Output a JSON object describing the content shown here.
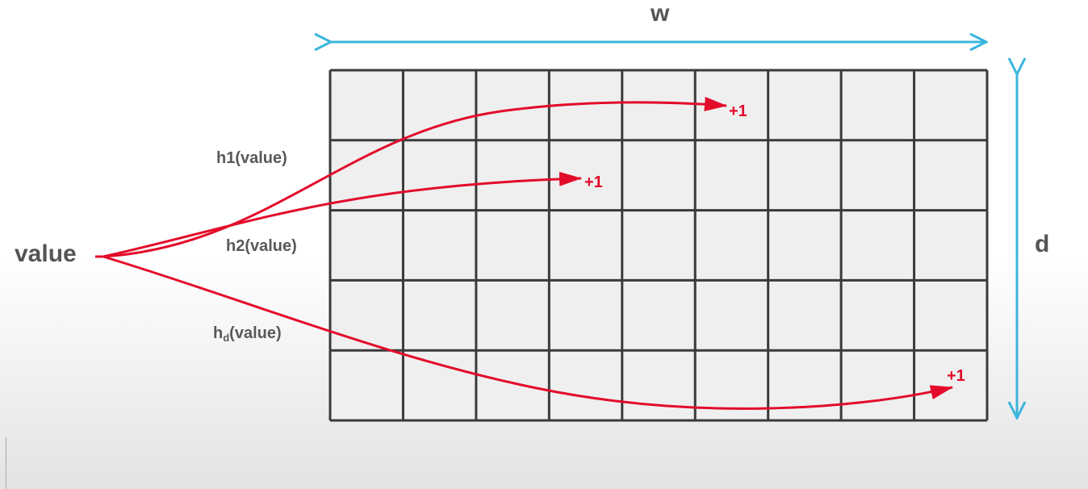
{
  "labels": {
    "width": "w",
    "depth": "d",
    "source": "value",
    "hash1": "h1(value)",
    "hash2": "h2(value)",
    "hashd_base": "h",
    "hashd_sub": "d",
    "hashd_arg": "(value)",
    "increment": "+1"
  },
  "grid": {
    "columns": 9,
    "rows": 5
  },
  "colors": {
    "arrow": "#e30b2a",
    "dimension_arrow": "#3bb5dd",
    "grid_line": "#3a3a3a",
    "cell_fill": "#efefef",
    "label_text": "#555555"
  }
}
